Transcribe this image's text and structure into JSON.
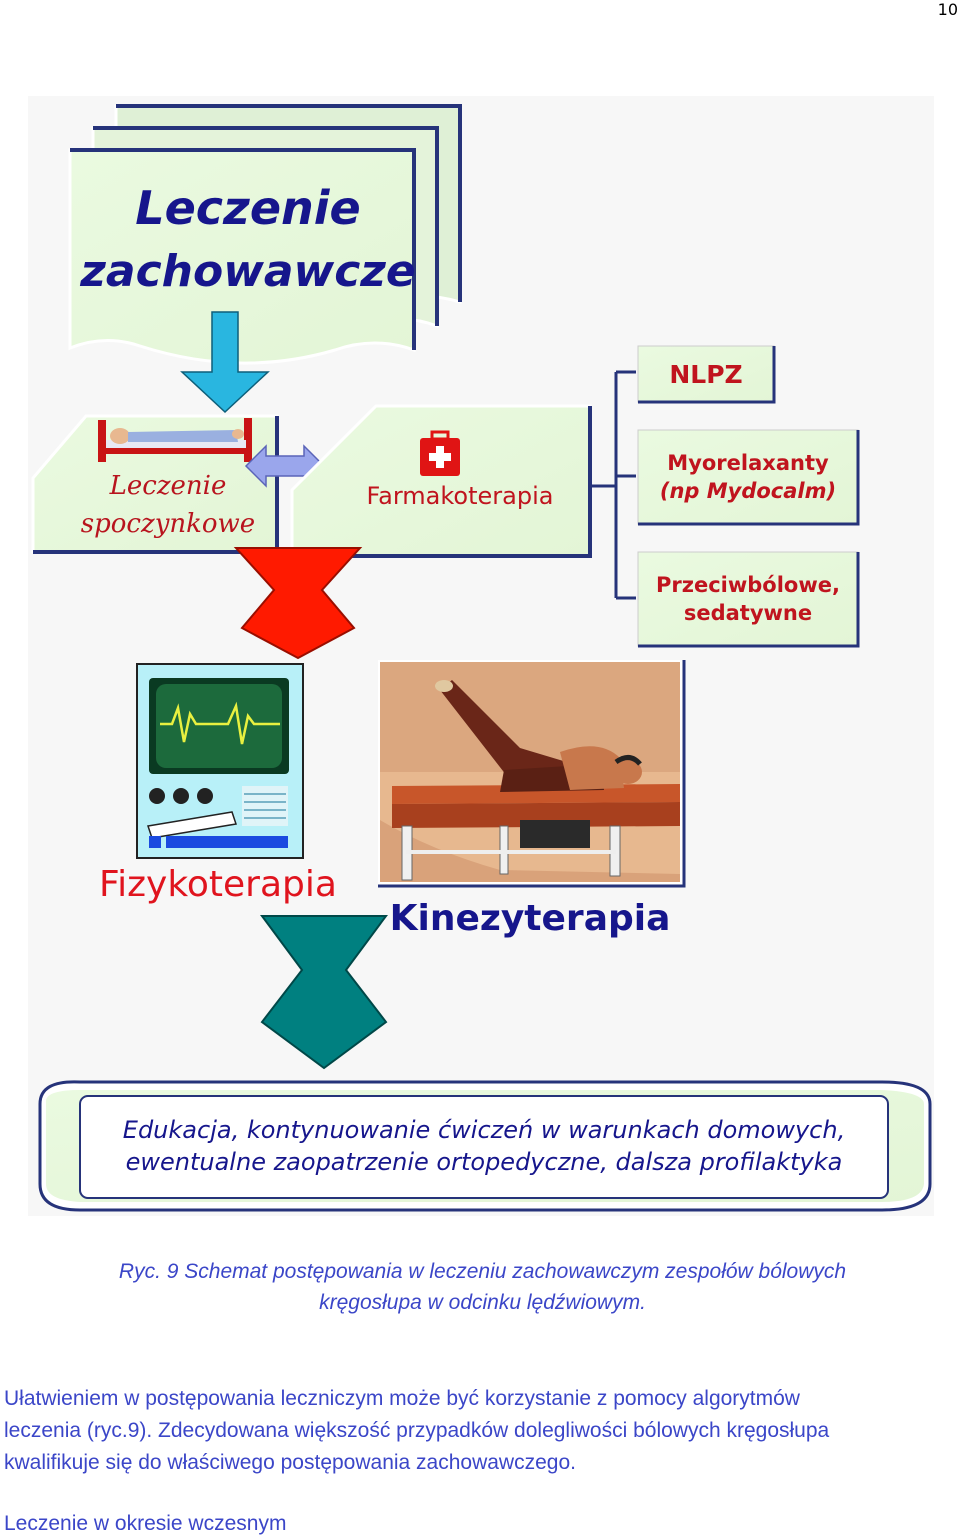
{
  "page": {
    "number": "10"
  },
  "diagram": {
    "main_box": {
      "line1": "Leczenie",
      "line2": "zachowawcze"
    },
    "rest_box": {
      "line1": "Leczenie",
      "line2": "spoczynkowe"
    },
    "pharmaco_box": {
      "label": "Farmakoterapia"
    },
    "drug_boxes": [
      {
        "line1": "NLPZ",
        "line2": ""
      },
      {
        "line1": "Myorelaxanty",
        "line2": "(np Mydocalm)"
      },
      {
        "line1": "Przeciwbólowe,",
        "line2": "sedatywne"
      }
    ],
    "physio_label": "Fizykoterapia",
    "kinezy_label": "Kinezyterapia",
    "education_box": {
      "line1": "Edukacja, kontynuowanie ćwiczeń w warunkach domowych,",
      "line2": "ewentualne zaopatrzenie ortopedyczne, dalsza profilaktyka"
    },
    "colors": {
      "box_fill": "#eafae0",
      "arrow_cyan": "#29b6e0",
      "arrow_red": "#ff1a00",
      "arrow_teal": "#008080",
      "double_arrow": "#9aa6ec",
      "title_blue": "#16168c",
      "label_red": "#b8141e"
    }
  },
  "caption": {
    "line1": "Ryc. 9 Schemat postępowania w leczeniu zachowawczym zespołów bólowych",
    "line2": "kręgosłupa w odcinku lędźwiowym."
  },
  "body": {
    "line1": "Ułatwieniem w postępowania leczniczym może być korzystanie z pomocy algorytmów",
    "line2": "leczenia (ryc.9). Zdecydowana większość przypadków dolegliwości bólowych kręgosłupa",
    "line3": "kwalifikuje się do właściwego postępowania zachowawczego."
  },
  "section": {
    "heading": "Leczenie w okresie wczesnym"
  }
}
